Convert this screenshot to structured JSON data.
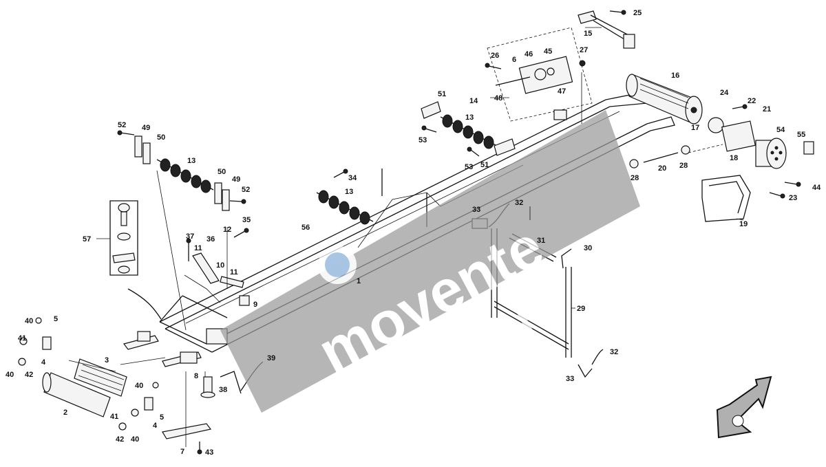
{
  "labels": {
    "l25": "25",
    "l15": "15",
    "l26": "26",
    "l46": "46",
    "l45": "45",
    "l27": "27",
    "l6": "6",
    "l16": "16",
    "l47": "47",
    "l48": "48",
    "l14": "14",
    "l51a": "51",
    "l24": "24",
    "l22": "22",
    "l13a": "13",
    "l21": "21",
    "l17": "17",
    "l54": "54",
    "l55": "55",
    "l52a": "52",
    "l49a": "49",
    "l50a": "50",
    "l53a": "53",
    "l53b": "53",
    "l51b": "51",
    "l18": "18",
    "l13b": "13",
    "l28a": "28",
    "l20": "20",
    "l28b": "28",
    "l44": "44",
    "l34": "34",
    "l50b": "50",
    "l49b": "49",
    "l52b": "52",
    "l23": "23",
    "l13c": "13",
    "l19": "19",
    "l32a": "32",
    "l33a": "33",
    "l57": "57",
    "l35": "35",
    "l37": "37",
    "l12": "12",
    "l56": "56",
    "l36": "36",
    "l11a": "11",
    "l31": "31",
    "l30": "30",
    "l10": "10",
    "l11b": "11",
    "l1": "1",
    "l9": "9",
    "l29": "29",
    "l40a": "40",
    "l5a": "5",
    "l41a": "41",
    "l4a": "4",
    "l40b": "40",
    "l42a": "42",
    "l3": "3",
    "l39": "39",
    "l32b": "32",
    "l8": "8",
    "l33b": "33",
    "l38": "38",
    "l40c": "40",
    "l2": "2",
    "l41b": "41",
    "l5b": "5",
    "l4b": "4",
    "l42b": "42",
    "l40d": "40",
    "l7": "7",
    "l43": "43"
  },
  "watermark": {
    "text1": "movente",
    "text2": "movente.ru"
  },
  "colors": {
    "line": "#111111",
    "watermark_band": "#9a9a9a",
    "background": "#ffffff"
  },
  "icons": {
    "direction_arrow": "direction-arrow-icon",
    "watermark_logo": "movente-logo-icon"
  }
}
